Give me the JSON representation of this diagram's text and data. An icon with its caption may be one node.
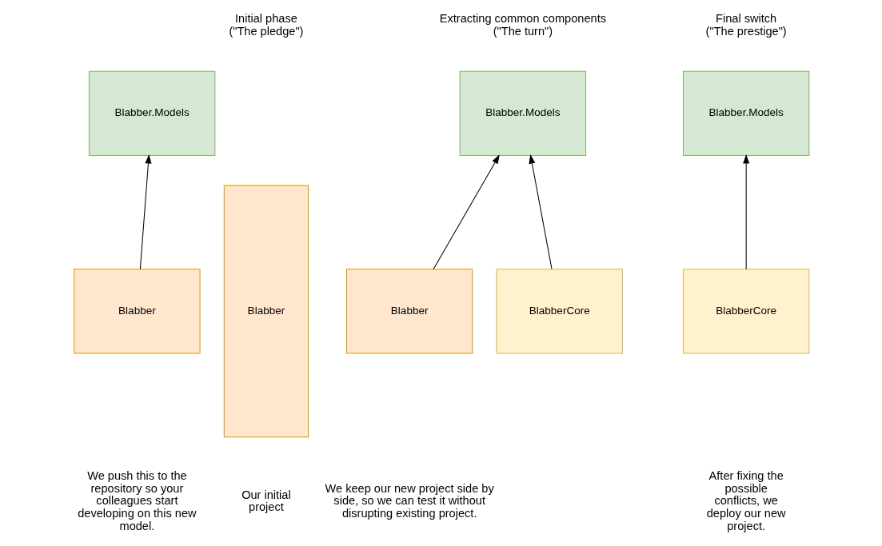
{
  "diagram": {
    "nodes": [
      {
        "text": [
          "Blabber"
        ]
      },
      {
        "text": [
          "Blabber.Models"
        ]
      },
      {
        "text": [
          "Blabber"
        ]
      },
      {
        "text": [
          "Blabber.Models"
        ]
      },
      {
        "text": [
          "Blabber"
        ]
      },
      {
        "text": [
          "BlabberCore"
        ]
      },
      {
        "text": [
          "Blabber.Models"
        ]
      },
      {
        "text": [
          "BlabberCore"
        ]
      }
    ],
    "edges": [
      {
        "from": 2,
        "to": 1,
        "arrow": "to"
      },
      {
        "from": 4,
        "to": 3,
        "arrow": "to"
      },
      {
        "from": 5,
        "to": 3,
        "arrow": "to"
      },
      {
        "from": 7,
        "to": 6,
        "arrow": "to"
      }
    ],
    "labels": [
      "Initial phase (\"The pledge\")",
      "Extracting common components (\"The turn\")",
      "Final switch (\"The prestige\")",
      "Our initial project",
      "We push this to the repository so your colleagues start developing on this new model.",
      "We keep our new project side by side, so we can test it without disrupting existing project.",
      "After fixing the possible conflicts, we deploy our new project."
    ]
  }
}
